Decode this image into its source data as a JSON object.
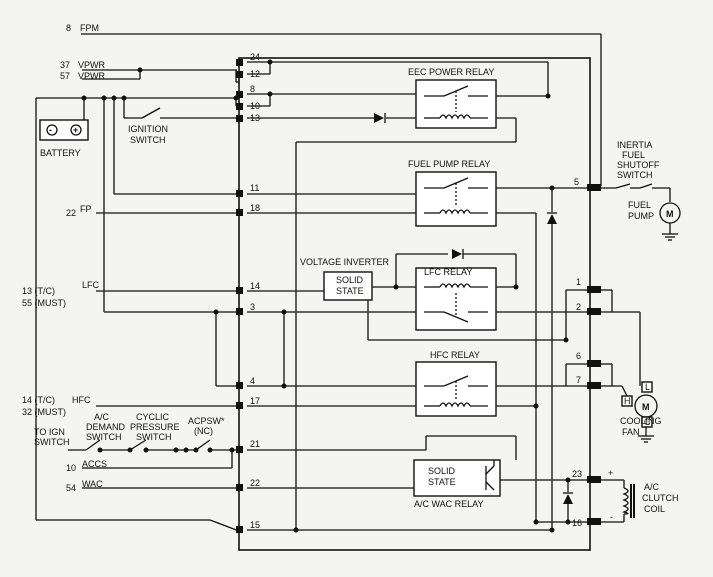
{
  "left_labels": {
    "fpm": {
      "num": "8",
      "name": "FPM"
    },
    "vpwr1": {
      "num": "37",
      "name": "VPWR"
    },
    "vpwr2": {
      "num": "57",
      "name": "VPWR"
    },
    "fp": {
      "num": "22",
      "name": "FP"
    },
    "lfc": {
      "num1": "13 (T/C)",
      "num2": "55 (MUST)",
      "name": "LFC"
    },
    "hfc": {
      "num1": "14 (T/C)",
      "num2": "32 (MUST)",
      "name": "HFC"
    },
    "accs": {
      "num": "10",
      "name": "ACCS"
    },
    "wac": {
      "num": "54",
      "name": "WAC"
    }
  },
  "components": {
    "battery": "BATTERY",
    "battery_neg": "-",
    "battery_pos": "+",
    "ignition_switch": [
      "IGNITION",
      "SWITCH"
    ],
    "to_ign_switch": [
      "TO IGN",
      "SWITCH"
    ],
    "ac_demand_switch": [
      "A/C",
      "DEMAND",
      "SWITCH"
    ],
    "cyclic_pressure_switch": [
      "CYCLIC",
      "PRESSURE",
      "SWITCH"
    ],
    "acpsw": [
      "ACPSW*",
      "(NC)"
    ],
    "eec_power_relay": "EEC POWER RELAY",
    "fuel_pump_relay": "FUEL PUMP RELAY",
    "voltage_inverter": "VOLTAGE INVERTER",
    "solid_state_1": [
      "SOLID",
      "STATE"
    ],
    "lfc_relay": "LFC RELAY",
    "hfc_relay": "HFC RELAY",
    "solid_state_2": [
      "SOLID",
      "STATE"
    ],
    "ac_wac_relay": "A/C WAC RELAY",
    "inertia_switch": [
      "INERTIA",
      "FUEL",
      "SHUTOFF",
      "SWITCH"
    ],
    "fuel_pump": [
      "FUEL",
      "PUMP"
    ],
    "motor_m": "M",
    "cooling_fan": [
      "COOLING",
      "FAN"
    ],
    "fan_m": "M",
    "fan_h": "H",
    "fan_l": "L",
    "fan_c": "C",
    "ac_clutch_coil": [
      "A/C",
      "CLUTCH",
      "COIL"
    ],
    "coil_plus": "+",
    "coil_minus": "-"
  },
  "module_pins_left": [
    "24",
    "12",
    "8",
    "10",
    "13",
    "11",
    "18",
    "14",
    "3",
    "4",
    "17",
    "21",
    "22",
    "15"
  ],
  "module_pins_right": [
    "5",
    "1",
    "2",
    "6",
    "7",
    "23",
    "16"
  ]
}
